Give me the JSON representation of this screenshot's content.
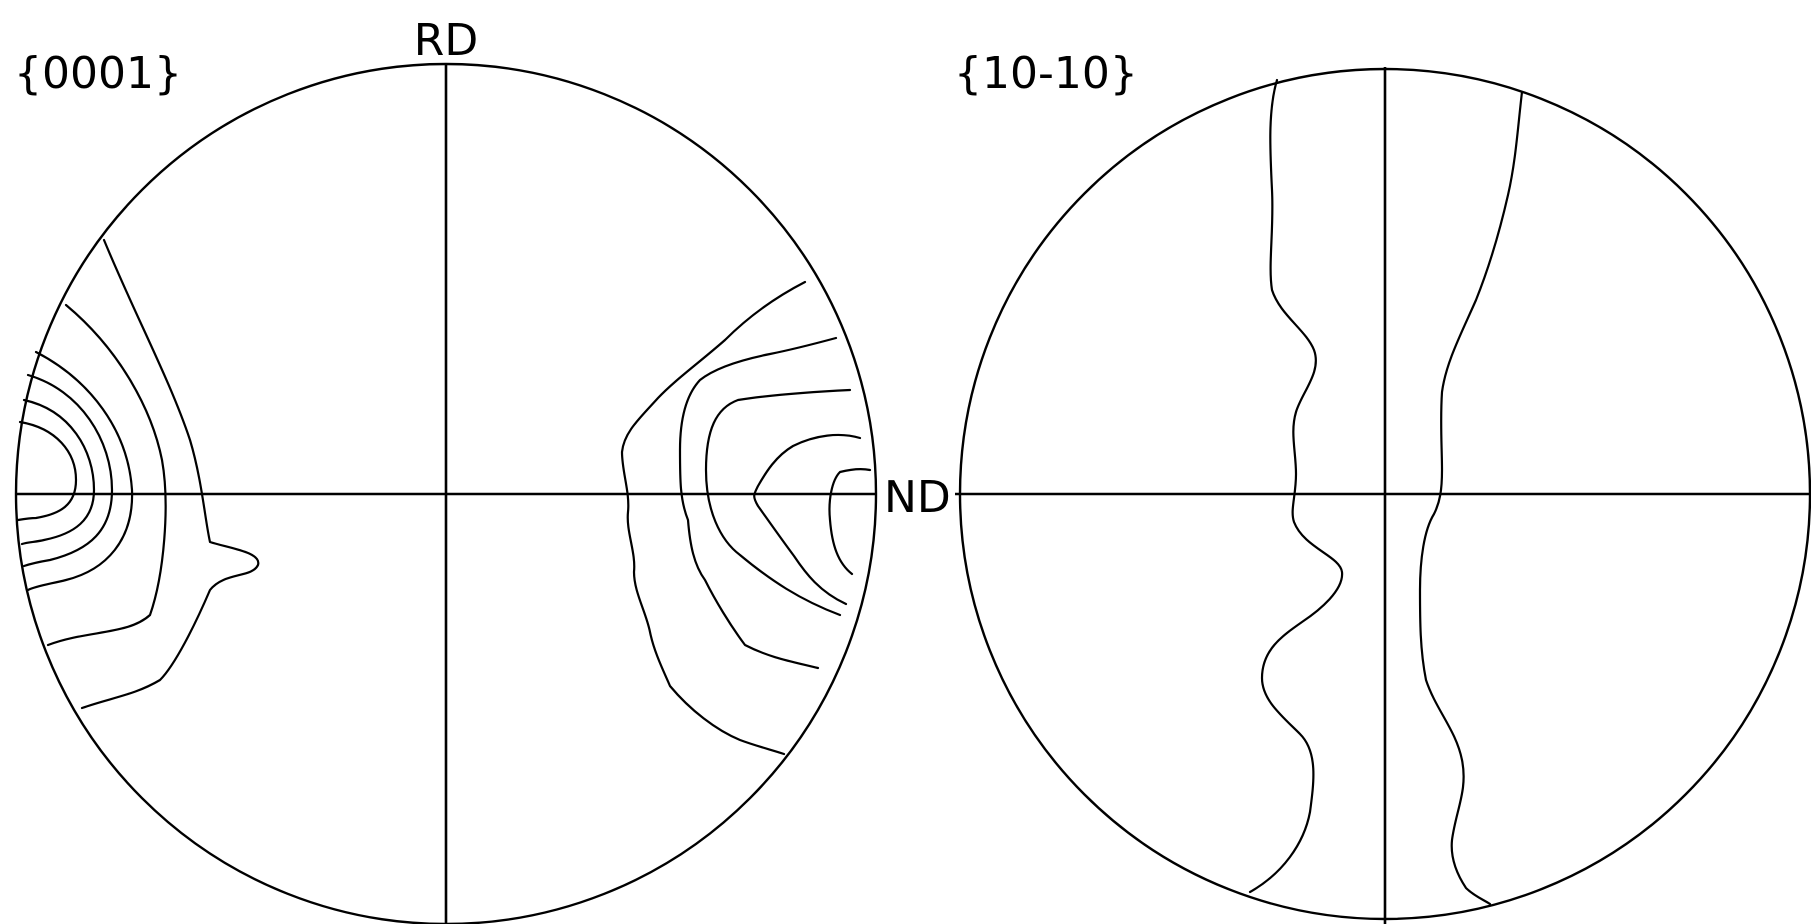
{
  "figures": [
    {
      "title": "{0001}",
      "label_top": "RD",
      "label_right": "ND"
    },
    {
      "title": "{10-10}"
    }
  ],
  "colors": {
    "line": "#000000",
    "background": "#ffffff"
  }
}
